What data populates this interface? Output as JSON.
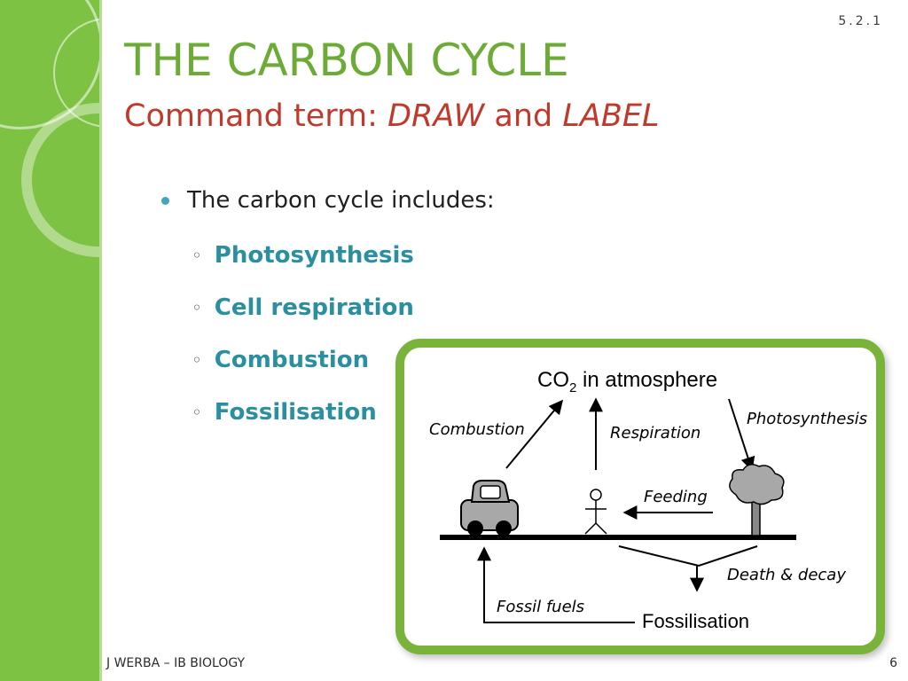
{
  "slide": {
    "number_label": "5.2.1",
    "title": "THE CARBON CYCLE",
    "subtitle": {
      "prefix": "Command term: ",
      "term1": "DRAW",
      "joiner": " and ",
      "term2": "LABEL"
    },
    "bullet": "The carbon cycle includes:",
    "sub_items": [
      "Photosynthesis",
      "Cell respiration",
      "Combustion",
      "Fossilisation"
    ],
    "footer_left": "J WERBA – IB BIOLOGY",
    "page_number": "6"
  },
  "diagram": {
    "co2_prefix": "CO",
    "co2_subscript": "2",
    "co2_suffix": " in atmosphere",
    "combustion": "Combustion",
    "respiration": "Respiration",
    "photosynthesis": "Photosynthesis",
    "feeding": "Feeding",
    "death_decay": "Death & decay",
    "fossil_fuels": "Fossil fuels",
    "fossilisation": "Fossilisation"
  },
  "colors": {
    "sidebar": "#7dc242",
    "title": "#6cab36",
    "subtitle": "#c0392b",
    "sub_items": "#2a8f9f",
    "frame": "#7ab33a"
  }
}
